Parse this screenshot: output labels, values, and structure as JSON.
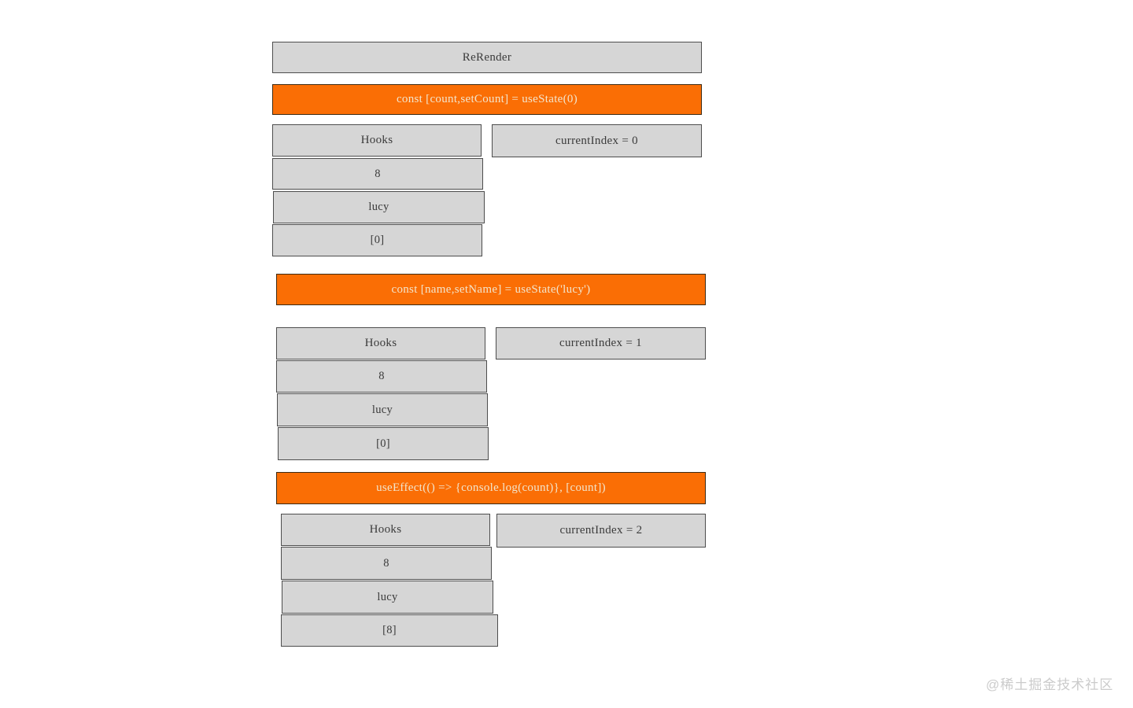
{
  "colors": {
    "accent_orange": "#fa6e05",
    "box_gray": "#d6d6d6",
    "box_border": "#4d4d4d",
    "code_text": "#f2e5cd"
  },
  "diagram": {
    "title": "ReRender",
    "groups": [
      {
        "code": "const [count,setCount] = useState(0)",
        "current_index": "currentIndex = 0",
        "hooks": {
          "header": "Hooks",
          "cells": [
            "8",
            "lucy",
            "[0]"
          ]
        }
      },
      {
        "code": "const [name,setName] = useState('lucy')",
        "current_index": "currentIndex = 1",
        "hooks": {
          "header": "Hooks",
          "cells": [
            "8",
            "lucy",
            "[0]"
          ]
        }
      },
      {
        "code": "useEffect(() => {console.log(count)}, [count])",
        "current_index": "currentIndex = 2",
        "hooks": {
          "header": "Hooks",
          "cells": [
            "8",
            "lucy",
            "[8]"
          ]
        }
      }
    ]
  },
  "watermark": {
    "text": "@稀土掘金技术社区"
  }
}
